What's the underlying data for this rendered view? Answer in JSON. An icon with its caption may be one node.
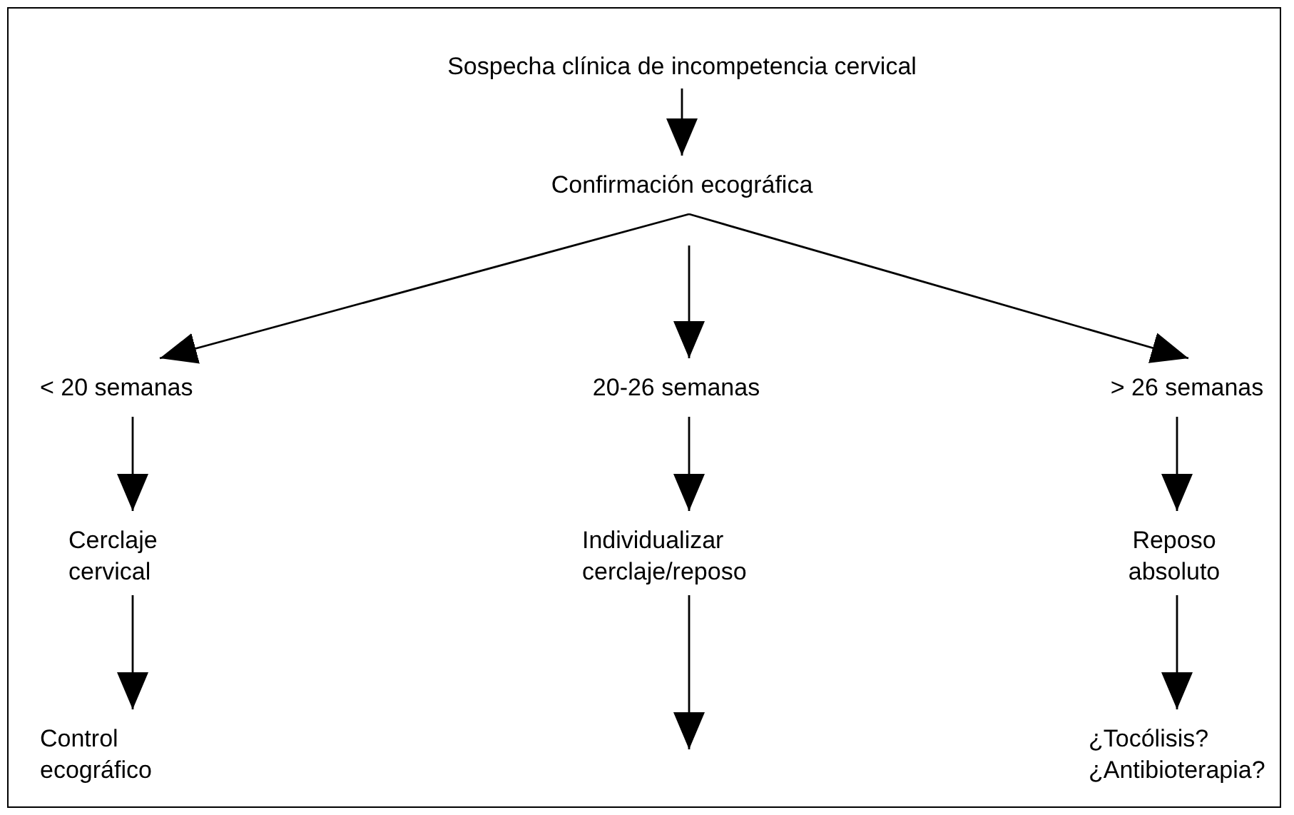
{
  "diagram": {
    "nodes": [
      {
        "text": [
          "Sospecha clínica de incompetencia cervical"
        ]
      },
      {
        "text": [
          "Confirmación ecográfica"
        ]
      },
      {
        "text": [
          "< 20 semanas"
        ]
      },
      {
        "text": [
          "20-26 semanas"
        ]
      },
      {
        "text": [
          "> 26 semanas"
        ]
      },
      {
        "text": [
          "Cerclaje cervical"
        ]
      },
      {
        "text": [
          "Individualizar cerclaje/reposo"
        ]
      },
      {
        "text": [
          "Reposo absoluto"
        ]
      },
      {
        "text": [
          "Control ecográfico"
        ]
      },
      {
        "text": [
          "¿Tocólisis? ¿Antibioterapia?"
        ]
      }
    ],
    "edges": [
      {
        "from": 0,
        "to": 1,
        "arrow": "to"
      },
      {
        "from": 1,
        "to": 2,
        "arrow": "to"
      },
      {
        "from": 1,
        "to": 3,
        "arrow": "to"
      },
      {
        "from": 1,
        "to": 4,
        "arrow": "to"
      },
      {
        "from": 2,
        "to": 5,
        "arrow": "to"
      },
      {
        "from": 3,
        "to": 6,
        "arrow": "to"
      },
      {
        "from": 4,
        "to": 7,
        "arrow": "to"
      },
      {
        "from": 5,
        "to": 8,
        "arrow": "to"
      },
      {
        "from": 6,
        "to": null,
        "arrow": "to"
      },
      {
        "from": 7,
        "to": 9,
        "arrow": "to"
      }
    ]
  }
}
